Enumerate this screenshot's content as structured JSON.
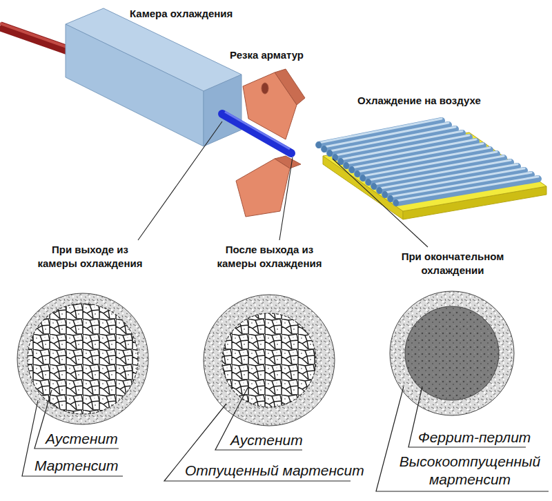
{
  "diagram": {
    "nodes": [
      {
        "text": [
          "Камера охлаждения"
        ]
      },
      {
        "text": [
          "Резка арматур"
        ]
      },
      {
        "text": [
          "Охлаждение на воздухе"
        ]
      }
    ],
    "labels": [
      "При выходе из камеры охлаждения",
      "После выхода из камеры охлаждения",
      "При окончательном охлаждении",
      "Аустенит",
      "Мартенсит",
      "Аустенит",
      "Отпущенный мартенсит",
      "Феррит-перлит",
      "Высокоотпущенный мартенсит"
    ]
  }
}
